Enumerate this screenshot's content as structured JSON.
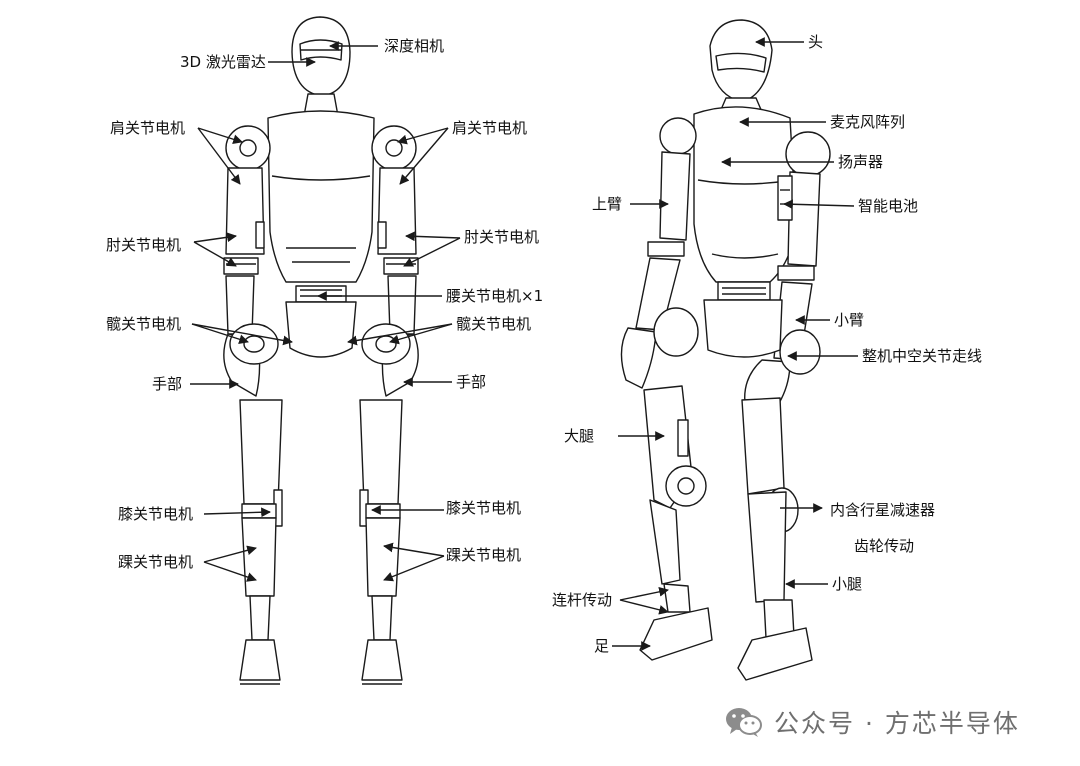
{
  "labels": {
    "depth_camera": "深度相机",
    "lidar_3d": "3D 激光雷达",
    "shoulder_left": "肩关节电机",
    "shoulder_right": "肩关节电机",
    "elbow_left": "肘关节电机",
    "elbow_right": "肘关节电机",
    "waist": "腰关节电机×1",
    "hip_left": "髋关节电机",
    "hip_right": "髋关节电机",
    "hand_left": "手部",
    "hand_right": "手部",
    "knee_left": "膝关节电机",
    "knee_right": "膝关节电机",
    "ankle_left": "踝关节电机",
    "ankle_right": "踝关节电机",
    "head": "头",
    "mic_array": "麦克风阵列",
    "speaker": "扬声器",
    "upper_arm": "上臂",
    "smart_battery": "智能电池",
    "forearm": "小臂",
    "hollow_wiring": "整机中空关节走线",
    "thigh": "大腿",
    "planetary_reducer": "内含行星减速器",
    "gear_drive": "齿轮传动",
    "shank": "小腿",
    "linkage_drive": "连杆传动",
    "foot": "足"
  },
  "watermark": {
    "text": "公众号 · 方芯半导体",
    "icon": "wechat-icon"
  },
  "colors": {
    "line": "#1a1a1a",
    "text": "#111111",
    "watermark": "#6f6f6f"
  }
}
